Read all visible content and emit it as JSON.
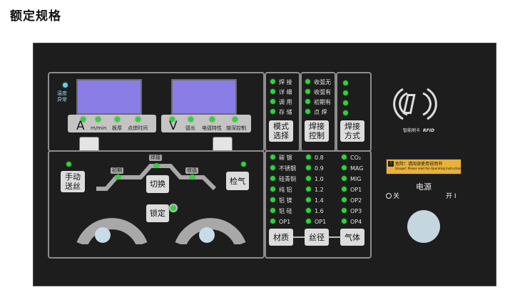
{
  "page_title": "额定规格",
  "display": {
    "temp_label": "温度\n异常",
    "left_units": [
      "A",
      "m/min",
      "板厚",
      "点焊时间"
    ],
    "right_units": [
      "V",
      "弧长",
      "电弧特性",
      "熔深控制"
    ]
  },
  "mode_panel": {
    "items": [
      "焊 接",
      "详 细",
      "调 用",
      "存 储"
    ],
    "button": "模式\n选择"
  },
  "control_panel": {
    "items": [
      "收弧无",
      "收弧有",
      "初期有",
      "点  焊"
    ],
    "button": "焊接\n控制"
  },
  "method_panel": {
    "button": "焊接\n方式"
  },
  "rfid": {
    "brand_text": "智能刷卡",
    "rfid_text": "RFID"
  },
  "process": {
    "initial": "初期",
    "welding": "焊接",
    "crater": "收弧",
    "manual_feed": "手动\n送丝",
    "switch": "切换",
    "gas_check": "检气",
    "lock": "锁定"
  },
  "materials": {
    "items": [
      "碳 钢",
      "不锈钢",
      "硅青铜",
      "纯  铝",
      "铝  镁",
      "铝  硅",
      "OP1"
    ],
    "button": "材质"
  },
  "wire": {
    "items": [
      "0.8",
      "0.9",
      "1.0",
      "1.2",
      "1.4",
      "1.6",
      "OP1"
    ],
    "button": "丝径"
  },
  "gas": {
    "items": [
      "CO₂",
      "MAG",
      "MIG",
      "OP1",
      "OP2",
      "OP3",
      "OP4"
    ],
    "button": "气体"
  },
  "power": {
    "warning": "危险！请阅读使用说明书",
    "warning_en": "Danger! Please read the Operating Instructions",
    "title": "电源",
    "off_label": "关",
    "on_label": "开 I"
  }
}
